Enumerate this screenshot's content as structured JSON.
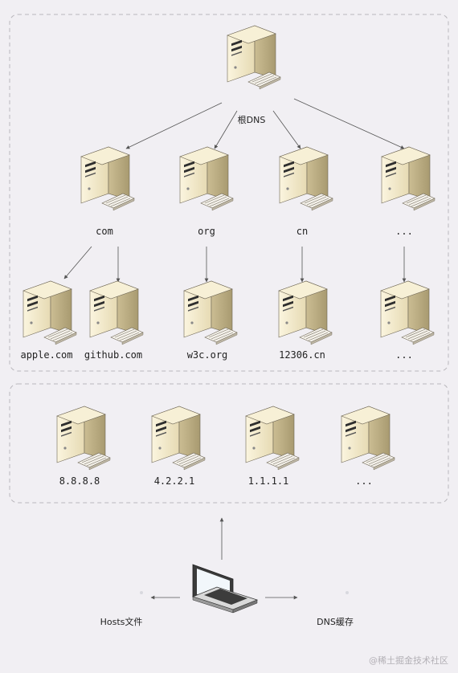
{
  "root": {
    "label": "根DNS"
  },
  "tld": [
    {
      "label": "com"
    },
    {
      "label": "org"
    },
    {
      "label": "cn"
    },
    {
      "label": "..."
    }
  ],
  "authoritative": [
    {
      "label": "apple.com"
    },
    {
      "label": "github.com"
    },
    {
      "label": "w3c.org"
    },
    {
      "label": "12306.cn"
    },
    {
      "label": "..."
    }
  ],
  "public_resolvers": [
    {
      "label": "8.8.8.8"
    },
    {
      "label": "4.2.2.1"
    },
    {
      "label": "1.1.1.1"
    },
    {
      "label": "..."
    }
  ],
  "client": {
    "hosts_label": "Hosts文件",
    "cache_label": "DNS缓存"
  },
  "watermark": "@稀土掘金技术社区",
  "colors": {
    "background": "#f1eff3",
    "box_border": "#b9b7bc",
    "arrow": "#555555",
    "server_body": "#efe4c2",
    "server_shade": "#c7b88c"
  }
}
